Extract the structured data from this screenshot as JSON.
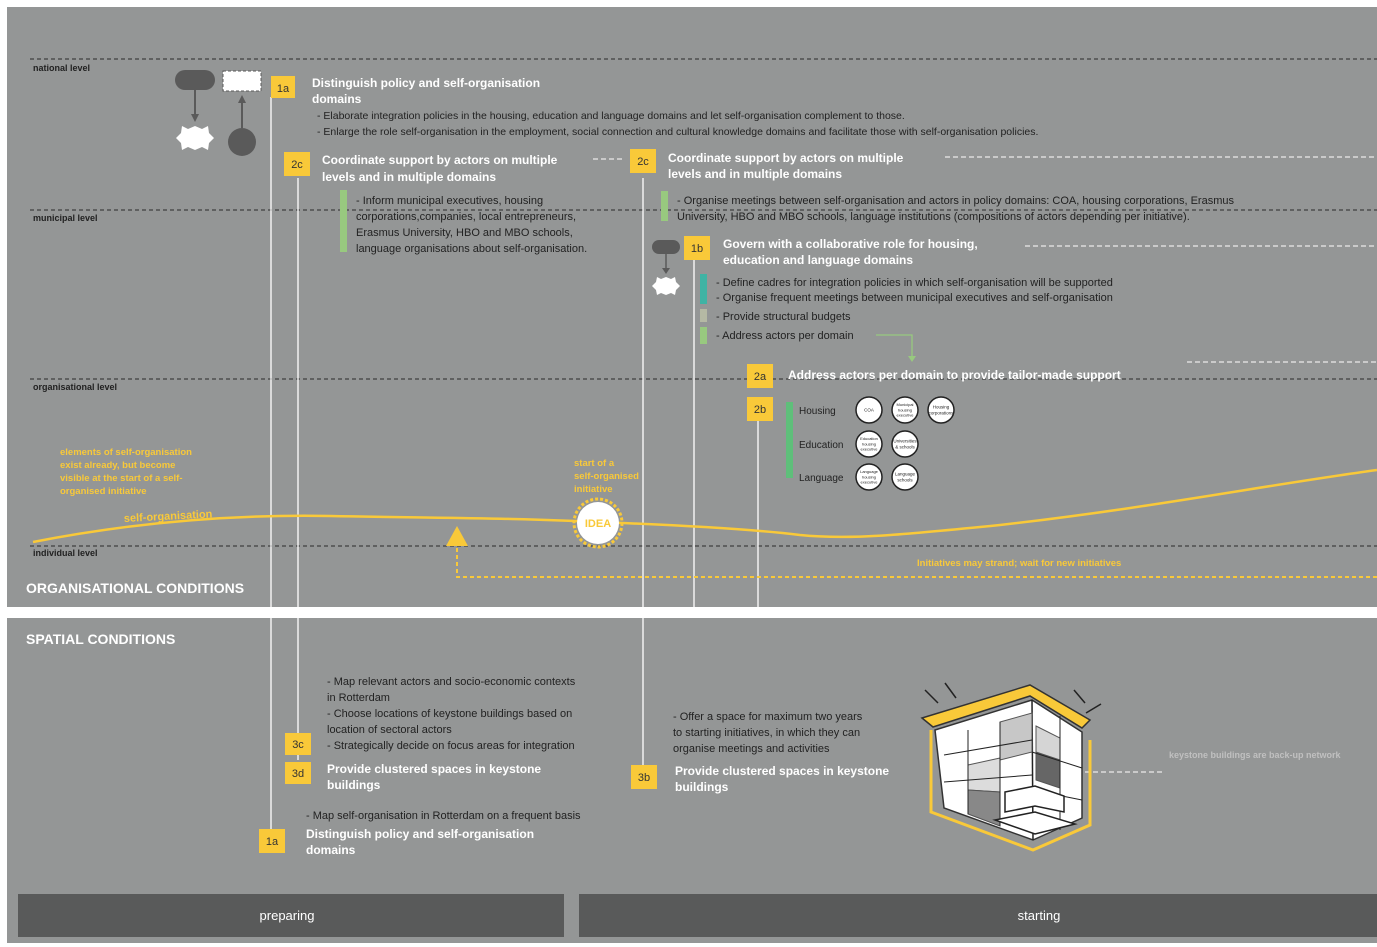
{
  "colors": {
    "panel": "#949696",
    "yellow": "#f9c939",
    "green": "#98c97f",
    "teal": "#3fb3a4",
    "gray_bar": "#b5b9a4",
    "dark_bar": "#595a5a",
    "white": "#ffffff",
    "dark": "#222222"
  },
  "levels": {
    "national": "national level",
    "municipal": "municipal level",
    "organisational": "organisational level",
    "individual": "individual level"
  },
  "sections": {
    "organisational": "ORGANISATIONAL CONDITIONS",
    "spatial": "SPATIAL CONDITIONS"
  },
  "phases": {
    "preparing": "preparing",
    "starting": "starting"
  },
  "steps": {
    "s1a_top": {
      "badge": "1a",
      "title_lines": [
        "Distinguish policy and self-organisation",
        "domains"
      ],
      "bullets": [
        "- Elaborate integration policies in the housing, education and language domains and let self-organisation complement to those.",
        "- Enlarge the role self-organisation in the employment, social connection and cultural knowledge domains and facilitate those with self-organisation policies."
      ]
    },
    "s2c_left": {
      "badge": "2c",
      "title_lines": [
        "Coordinate support by actors on multiple",
        "levels and in multiple domains"
      ],
      "bullets": [
        "- Inform municipal executives, housing",
        "corporations,companies, local entrepreneurs,",
        "Erasmus University, HBO and MBO schools,",
        "language organisations about self-organisation."
      ]
    },
    "s2c_right": {
      "badge": "2c",
      "title_lines": [
        "Coordinate support by actors on multiple",
        "levels and in multiple domains"
      ],
      "bullets": [
        "- Organise meetings between self-organisation and actors in policy domains: COA, housing corporations, Erasmus",
        "University, HBO and MBO schools, language institutions  (compositions of actors depending per initiative)."
      ]
    },
    "s1b": {
      "badge": "1b",
      "title_lines": [
        "Govern with a collaborative role for housing,",
        "education and language domains"
      ],
      "bullets": [
        "- Define cadres for integration policies in which self-organisation will be supported",
        "- Organise frequent meetings between municipal executives and self-organisation",
        "- Provide structural budgets",
        "- Address actors per domain"
      ]
    },
    "s2a": {
      "badge": "2a",
      "title": "Address actors per domain to provide tailor-made support"
    },
    "s2b": {
      "badge": "2b"
    },
    "s3c": {
      "badge": "3c",
      "bullets": [
        "- Map relevant actors and socio-economic contexts",
        "in Rotterdam",
        "- Choose locations of keystone buildings based on",
        "location of sectoral actors",
        "- Strategically decide on focus areas for integration"
      ]
    },
    "s3d": {
      "badge": "3d",
      "title_lines": [
        "Provide clustered spaces in keystone",
        "buildings"
      ]
    },
    "s1a_bottom": {
      "badge": "1a",
      "bullet": "- Map self-organisation in Rotterdam on a frequent basis",
      "title_lines": [
        "Distinguish policy and self-organisation",
        "domains"
      ]
    },
    "s3b": {
      "badge": "3b",
      "bullets": [
        "- Offer a space for maximum two years",
        "to starting initiatives, in which they can",
        "organise meetings and activities"
      ],
      "title_lines": [
        "Provide clustered spaces in keystone",
        "buildings"
      ]
    }
  },
  "domains": [
    {
      "label": "Housing",
      "actors": [
        [
          "COA"
        ],
        [
          "Municipal",
          "housing",
          "executive"
        ],
        [
          "Housing",
          "corporations"
        ]
      ]
    },
    {
      "label": "Education",
      "actors": [
        [
          "Education",
          "housing",
          "executive"
        ],
        [
          "Universities",
          "& schools"
        ]
      ]
    },
    {
      "label": "Language",
      "actors": [
        [
          "Language",
          "housing",
          "executive"
        ],
        [
          "Language",
          "schools"
        ]
      ]
    }
  ],
  "annotations": {
    "elements": [
      "elements of self-organisation",
      "exist already, but become",
      "visible at the start of a self-",
      "organised initiative"
    ],
    "start": [
      "start of a",
      "self-organised",
      "initiative"
    ],
    "idea": "IDEA",
    "self_org": "self-organisation",
    "strand": "Initiatives may strand; wait for new initiatives",
    "keystone": "keystone buildings are back-up network"
  }
}
